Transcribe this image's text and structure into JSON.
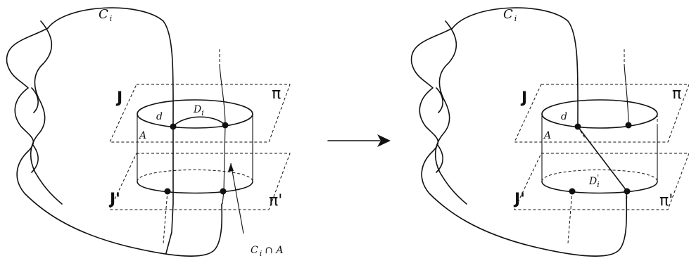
{
  "left_panel": {
    "curve_label": "C",
    "curve_sub": "i",
    "plane_top": "J",
    "plane_top_right": "π",
    "plane_bottom": "J'",
    "plane_bottom_right": "π'",
    "disk_small": "d",
    "disk_D": "D",
    "disk_D_sub": "i",
    "annulus": "A",
    "intersection_label": "C",
    "intersection_sub": "i",
    "intersection_rest": "∩ A"
  },
  "arrow": "→",
  "right_panel": {
    "curve_label": "C",
    "curve_sub": "i",
    "plane_top": "J",
    "plane_top_right": "π",
    "plane_bottom": "J'",
    "plane_bottom_right": "π'",
    "disk_small": "d",
    "annulus": "A",
    "disk_D": "D",
    "disk_D_sub": "i",
    "disk_D_prime": "'"
  }
}
